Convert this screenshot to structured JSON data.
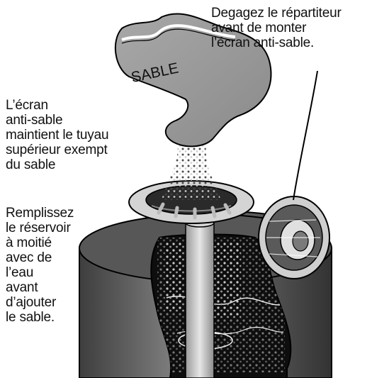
{
  "bag_label": "SABLE",
  "callouts": {
    "top_right": [
      "Degagez le répartiteur",
      "avant de monter",
      "l’écran anti-sable."
    ],
    "left_middle": [
      "L’écran",
      "anti-sable",
      "maintient le tuyau",
      "supérieur exempt",
      "du sable"
    ],
    "left_bottom": [
      "Remplissez",
      "le réservoir",
      "à moitié",
      "avec de",
      "l’eau",
      "avant",
      "d’ajouter",
      "le sable."
    ]
  },
  "colors": {
    "tank_dark": "#4a4a4a",
    "tank_mid": "#6e6e6e",
    "bag_fill": "#9a9a9a",
    "interior": "#111111",
    "sand": "#bdbdbd",
    "line": "#000000",
    "paper": "#ffffff"
  }
}
